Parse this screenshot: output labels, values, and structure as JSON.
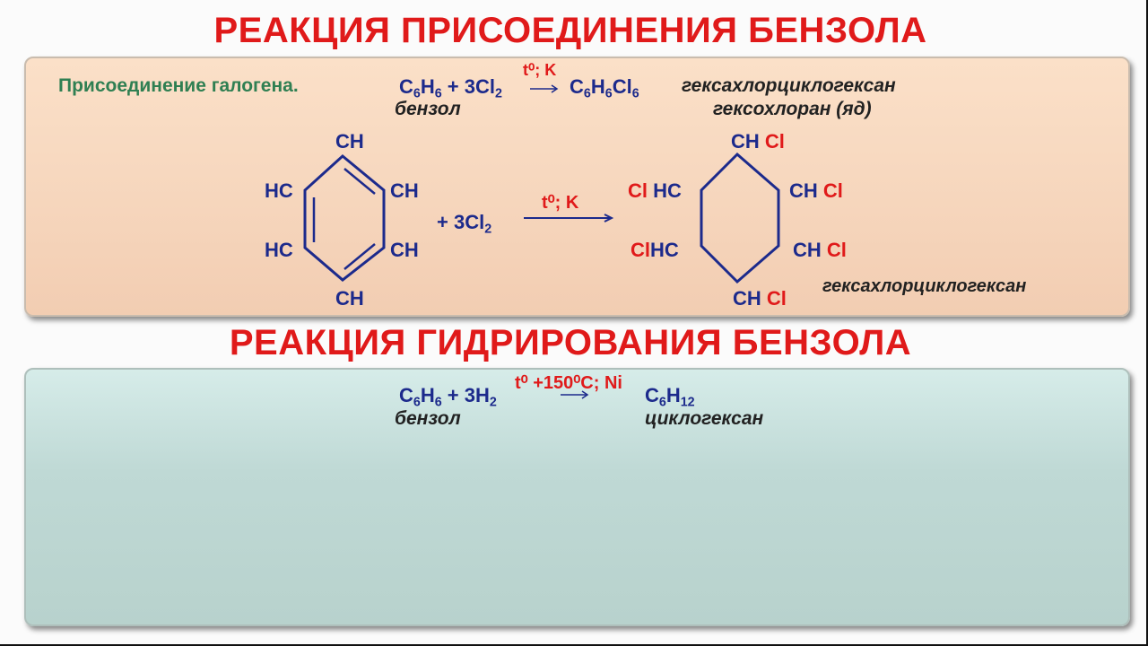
{
  "titles": {
    "addition": "РЕАКЦИЯ ПРИСОЕДИНЕНИЯ БЕНЗОЛА",
    "hydrogenation": "РЕАКЦИЯ ГИДРИРОВАНИЯ БЕНЗОЛА"
  },
  "halogen": {
    "heading": "Присоединение галогена.",
    "reactant_label": "бензол",
    "product_name": "гексахлорциклогексан",
    "product_alias": "гексохлоран (яд)",
    "condition": "t⁰; K",
    "eq": {
      "c": "C",
      "six": "6",
      "h": "H",
      "plus_3cl": " + 3Cl",
      "two": "2",
      "product_c": "C",
      "product_h": "H",
      "product_cl": "Cl"
    }
  },
  "structure": {
    "benzene": {
      "top": "CH",
      "ur": "CH",
      "lr": "CH",
      "bottom": "CH",
      "ul": "HC",
      "ll": "HC"
    },
    "reagent": "+ 3Cl",
    "reagent_sub": "2",
    "condition": "t⁰; K",
    "product": {
      "top": "CH",
      "ur": "CH",
      "lr": "CH",
      "bottom": "CH",
      "ul": "HC",
      "ll": "HC",
      "cl": "Cl"
    },
    "product_name": "гексахлорциклогексан"
  },
  "hydro": {
    "reactant_label": "бензол",
    "product_label": "циклогексан",
    "condition": "t⁰ +150⁰C; Ni",
    "eq": {
      "c": "C",
      "six": "6",
      "h": "H",
      "plus_3h": " + 3H",
      "two": "2",
      "twelve": "12"
    }
  }
}
